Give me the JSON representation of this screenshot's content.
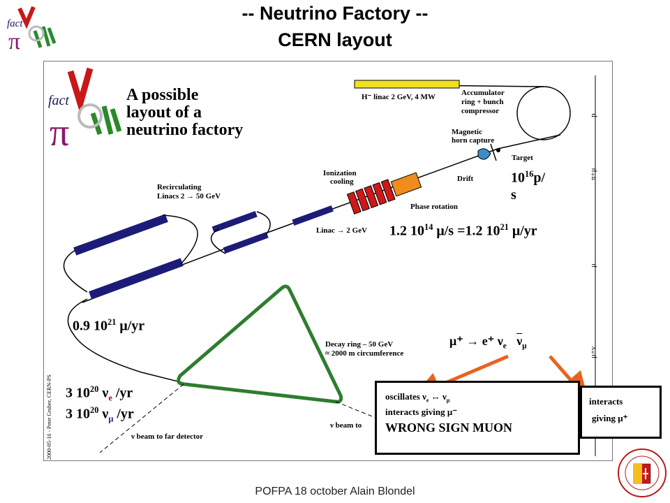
{
  "header": {
    "title_line1": "-- Neutrino Factory --",
    "title_line2": "CERN layout"
  },
  "diagram": {
    "heading_line1": "A possible",
    "heading_line2": "layout of a",
    "heading_line3": "neutrino factory",
    "labels": {
      "hminus_linac": "H⁻ linac 2 GeV, 4 MW",
      "accumulator_1": "Accumulator",
      "accumulator_2": "ring + bunch",
      "accumulator_3": "compressor",
      "magnetic_1": "Magnetic",
      "magnetic_2": "horn capture",
      "target": "Target",
      "ionization_1": "Ionization",
      "ionization_2": "cooling",
      "drift": "Drift",
      "phase_rotation": "Phase rotation",
      "recirc_1": "Recirculating",
      "recirc_2": "Linacs 2 → 50 GeV",
      "linac_2gev": "Linac → 2 GeV",
      "decay_1": "Decay ring – 50 GeV",
      "decay_2": "≈ 2000 m circumference",
      "beam_far": "ν beam to far detector",
      "beam_to": "ν beam to",
      "credit": "2000-05-16 - Peter Gruber, CERN-PS",
      "side_p": "p",
      "side_pimu": "π+μ",
      "side_mu": "μ",
      "side_munu": "μ+ν"
    }
  },
  "annotations": {
    "protons_value": "10",
    "protons_exp": "16",
    "protons_unit_1": "p/",
    "protons_unit_2": "s",
    "mu_rate_a": "1.2 10",
    "mu_rate_a_exp": "14",
    "mu_rate_b": " μ/s =1.2 10",
    "mu_rate_b_exp": "21",
    "mu_rate_c": " μ/yr",
    "ring_rate_a": "0.9 10",
    "ring_rate_exp": "21",
    "ring_rate_b": " μ/yr",
    "nue_a": "3 10",
    "nue_exp": "20",
    "nue_nu": " ν",
    "nue_sub": "e",
    "nue_b": " /yr",
    "numu_a": "3 10",
    "numu_exp": "20",
    "numu_nu": " ν",
    "numu_sub": "μ",
    "numu_b": " /yr",
    "decay_eq": "μ⁺ → e⁺ ν",
    "decay_eq_sub": "e",
    "decay_eq_bar": "ν",
    "decay_eq_bar_sub": "μ"
  },
  "box_wrong": {
    "line1_a": "oscillates ν",
    "line1_sub": "e",
    "line1_b": " ↔ ν",
    "line1_sub2": "μ",
    "line2": "interacts giving μ⁻",
    "line3": "WRONG SIGN MUON"
  },
  "box_right": {
    "line1": "interacts",
    "line2": "giving μ⁺"
  },
  "footer": {
    "text": "POFPA 18 october  Alain Blondel"
  },
  "colors": {
    "linac_blue": "#1c1c78",
    "decay_green": "#2e7d2e",
    "arrow_orange": "#e8641e",
    "cooling_red": "#d01818",
    "phase_orange": "#f08c1c",
    "hminus_yellow": "#f2e020",
    "horn_blue": "#3c8cc8",
    "nu_e_red": "#c00000",
    "mu_blue": "#1a1aa0"
  }
}
